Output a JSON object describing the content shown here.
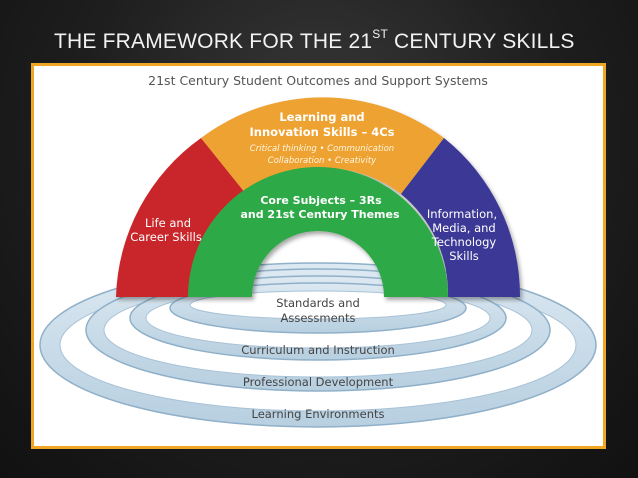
{
  "slide": {
    "title_main": "THE FRAMEWORK FOR THE 21",
    "title_sup": "ST",
    "title_end": " CENTURY SKILLS"
  },
  "diagram": {
    "header": "21st Century Student Outcomes and Support Systems",
    "arcs": {
      "life_career": {
        "line1": "Life and",
        "line2": "Career Skills",
        "color": "#c8282a"
      },
      "learning_innovation": {
        "title1": "Learning and",
        "title2": "Innovation Skills – 4Cs",
        "sub1": "Critical thinking • Communication",
        "sub2": "Collaboration • Creativity",
        "color": "#eea233"
      },
      "information_media": {
        "line1": "Information,",
        "line2": "Media, and",
        "line3": "Technology",
        "line4": "Skills",
        "color": "#3b3996"
      },
      "core_subjects": {
        "line1": "Core Subjects – 3Rs",
        "line2": "and 21st Century Themes",
        "color": "#2ea946"
      }
    },
    "support_rings": [
      {
        "line1": "Standards and",
        "line2": "Assessments"
      },
      {
        "line1": "Curriculum and Instruction"
      },
      {
        "line1": "Professional Development"
      },
      {
        "line1": "Learning Environments"
      }
    ],
    "ring_color": "#c9dcea"
  }
}
